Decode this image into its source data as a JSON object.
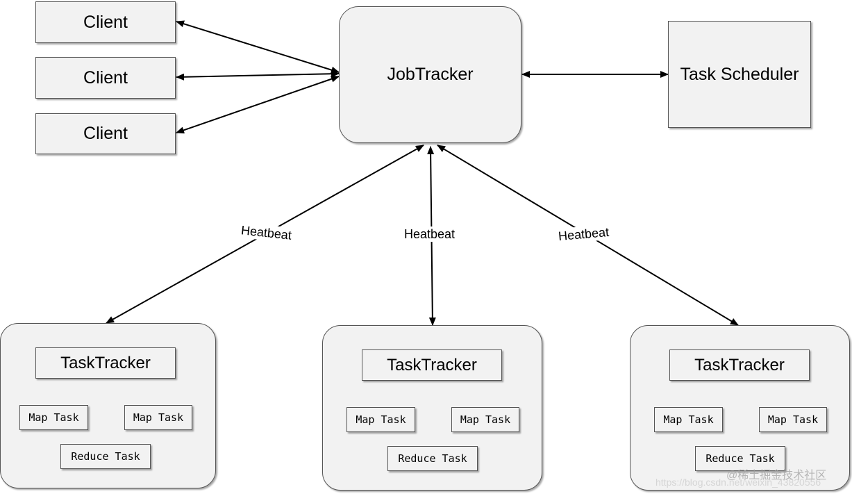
{
  "clients": [
    "Client",
    "Client",
    "Client"
  ],
  "jobtracker": "JobTracker",
  "scheduler": "Task Scheduler",
  "heartbeat_labels": [
    "Heatbeat",
    "Heatbeat",
    "Heatbeat"
  ],
  "tasktrackers": [
    {
      "name": "TaskTracker",
      "map_tasks": [
        "Map Task",
        "Map Task"
      ],
      "reduce_task": "Reduce Task"
    },
    {
      "name": "TaskTracker",
      "map_tasks": [
        "Map Task",
        "Map Task"
      ],
      "reduce_task": "Reduce Task"
    },
    {
      "name": "TaskTracker",
      "map_tasks": [
        "Map Task",
        "Map Task"
      ],
      "reduce_task": "Reduce Task"
    }
  ],
  "watermark": {
    "url": "https://blog.csdn.net/weixin_43820556",
    "brand": "@稀土掘金技术社区"
  }
}
